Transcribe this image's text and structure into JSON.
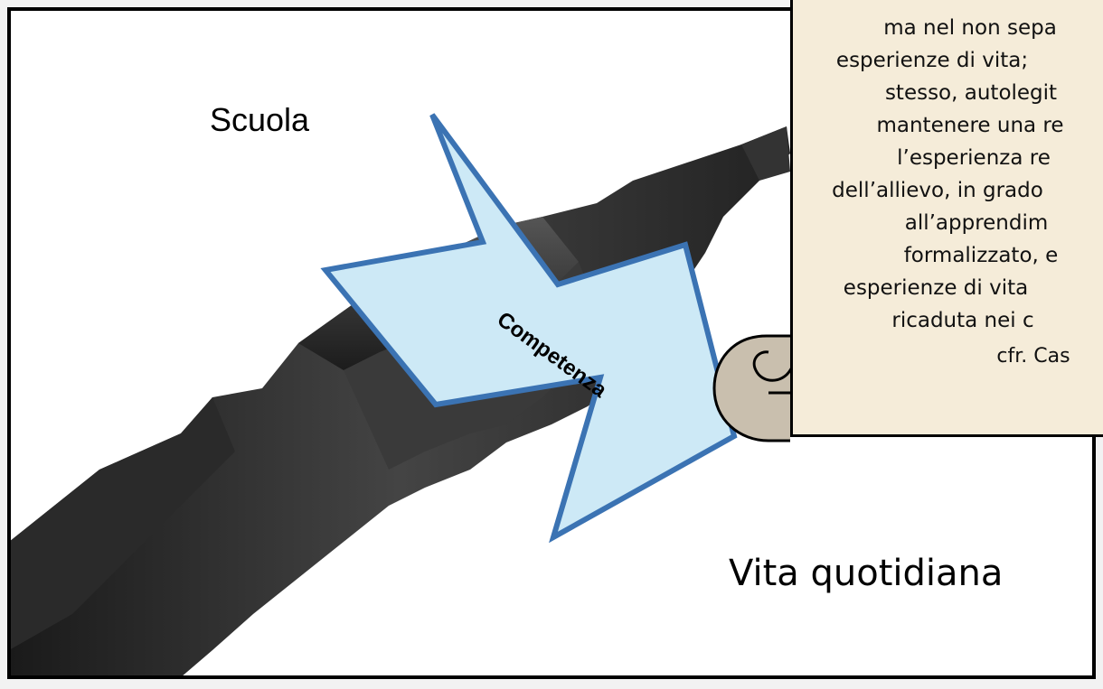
{
  "labels": {
    "top_left": "Scuola",
    "bottom_right": "Vita quotidiana",
    "arrow": "Competenza"
  },
  "scroll": {
    "lines": [
      "ma nel non sepa",
      "esperienze di vita;",
      "stesso, autolegit",
      "mantenere una re",
      "l’esperienza re",
      "dell’allievo, in grado",
      "all’apprendim",
      "formalizzato, e",
      "esperienze di vita",
      "ricaduta nei c"
    ],
    "citation": "cfr. Cas"
  },
  "colors": {
    "arrow_fill": "#cde9f6",
    "arrow_stroke": "#3b73b3",
    "scroll_paper": "#f5ecd9",
    "scroll_curl": "#c9bfae",
    "chasm": "#2c2c2c"
  }
}
